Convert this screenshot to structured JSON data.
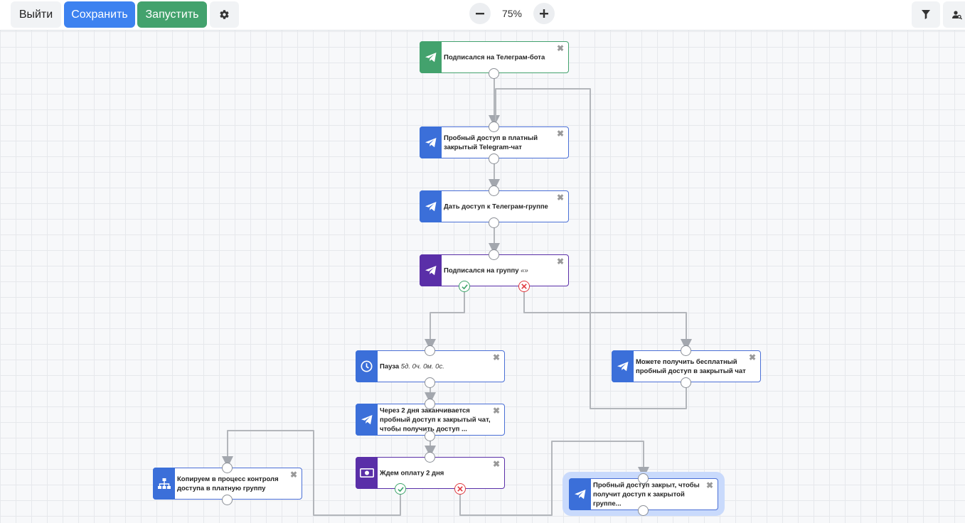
{
  "toolbar": {
    "exit_label": "Выйти",
    "save_label": "Сохранить",
    "run_label": "Запустить",
    "zoom_level": "75%"
  },
  "colors": {
    "save": "#3d82f0",
    "run": "#43a26d",
    "trigger": "#43a26d",
    "message": "#3b6fd9",
    "condition": "#5a2fa8",
    "success": "#3ea56b",
    "fail": "#e0393f"
  },
  "nodes": [
    {
      "id": "n1",
      "title": "Подписался на Телеграм-бота",
      "icon": "telegram-icon"
    },
    {
      "id": "n2",
      "title": "Пробный доступ в платный закрытый Telegram-чат",
      "icon": "telegram-icon"
    },
    {
      "id": "n3",
      "title": "Дать доступ к Телеграм-группе",
      "icon": "telegram-icon"
    },
    {
      "id": "n4",
      "title": "Подписался на группу",
      "sub": "«»",
      "icon": "telegram-icon"
    },
    {
      "id": "n5",
      "title": "Пауза",
      "sub": "5д. 0ч. 0м. 0с.",
      "icon": "clock-icon"
    },
    {
      "id": "n6",
      "title": "Можете получить бесплатный пробный доступ в закрытый чат",
      "icon": "telegram-icon"
    },
    {
      "id": "n7",
      "title": "Через 2 дня заканчивается пробный доступ к закрытый чат, чтобы получить доступ ...",
      "icon": "telegram-icon"
    },
    {
      "id": "n8",
      "title": "Ждем оплату 2 дня",
      "icon": "money-icon"
    },
    {
      "id": "n9",
      "title": "Копируем в процесс контроля доступа в платную группу",
      "icon": "sitemap-icon"
    },
    {
      "id": "n10",
      "title": "Пробный доступ закрыт, чтобы получит доступ к закрытой группе...",
      "icon": "telegram-icon"
    }
  ]
}
